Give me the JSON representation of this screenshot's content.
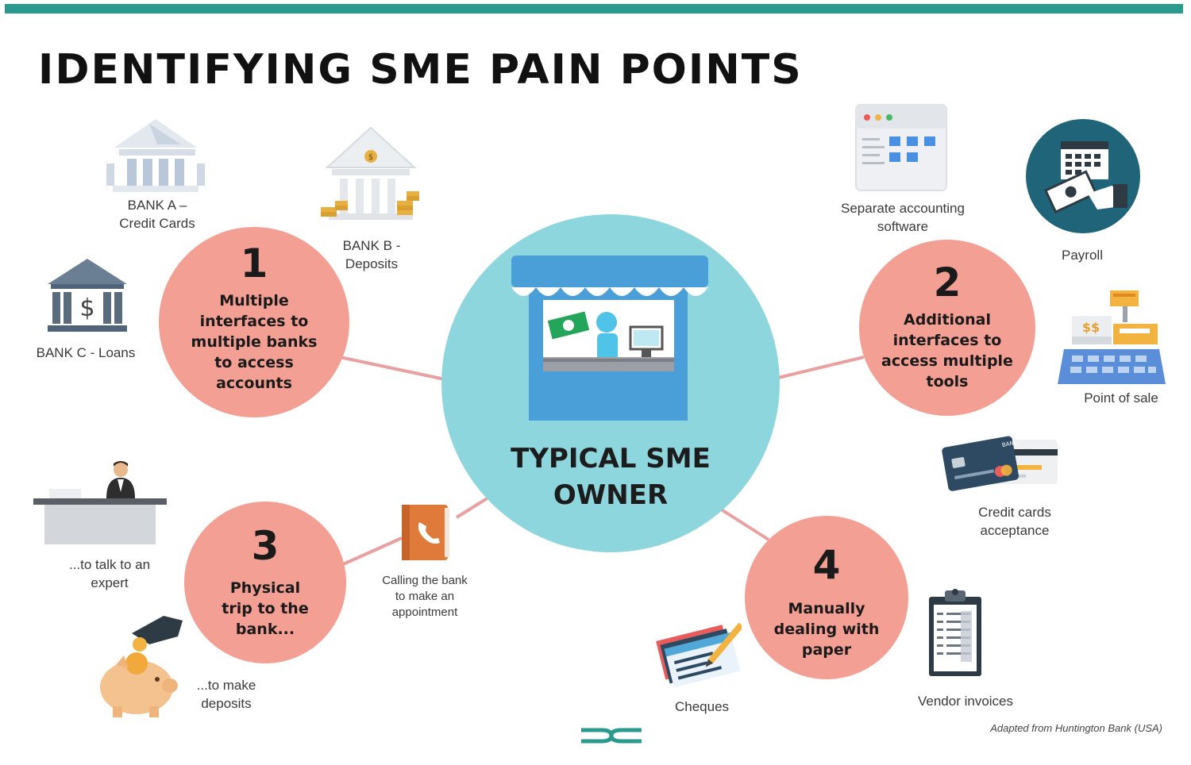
{
  "title": "IDENTIFYING SME PAIN POINTS",
  "center": {
    "line1": "TYPICAL SME",
    "line2": "OWNER"
  },
  "points": [
    {
      "number": "1",
      "text": [
        "Multiple",
        "interfaces to",
        "multiple banks",
        "to access",
        "accounts"
      ]
    },
    {
      "number": "2",
      "text": [
        "Additional",
        "interfaces to",
        "access multiple",
        "tools"
      ]
    },
    {
      "number": "3",
      "text": [
        "Physical",
        "trip to the",
        "bank..."
      ]
    },
    {
      "number": "4",
      "text": [
        "Manually",
        "dealing with",
        "paper"
      ]
    }
  ],
  "captions": {
    "bank_a": [
      "BANK A –",
      "Credit Cards"
    ],
    "bank_b": [
      "BANK B -",
      "Deposits"
    ],
    "bank_c": [
      "BANK C - Loans"
    ],
    "accounting": [
      "Separate accounting",
      "software"
    ],
    "payroll": [
      "Payroll"
    ],
    "pos": [
      "Point of sale"
    ],
    "credit_cards": [
      "Credit cards",
      "acceptance"
    ],
    "expert": [
      "...to talk to an",
      "expert"
    ],
    "calling": [
      "Calling the bank",
      "to make an",
      "appointment"
    ],
    "deposits": [
      "...to make",
      "deposits"
    ],
    "cheques": [
      "Cheques"
    ],
    "vendor": [
      "Vendor invoices"
    ]
  },
  "credit": "Adapted from Huntington Bank (USA)",
  "colors": {
    "accent": "#2a9a8e",
    "pain": "#f49f94",
    "center": "#8ed6de",
    "store": "#4a9fd8",
    "link": "#e8a0a0"
  }
}
